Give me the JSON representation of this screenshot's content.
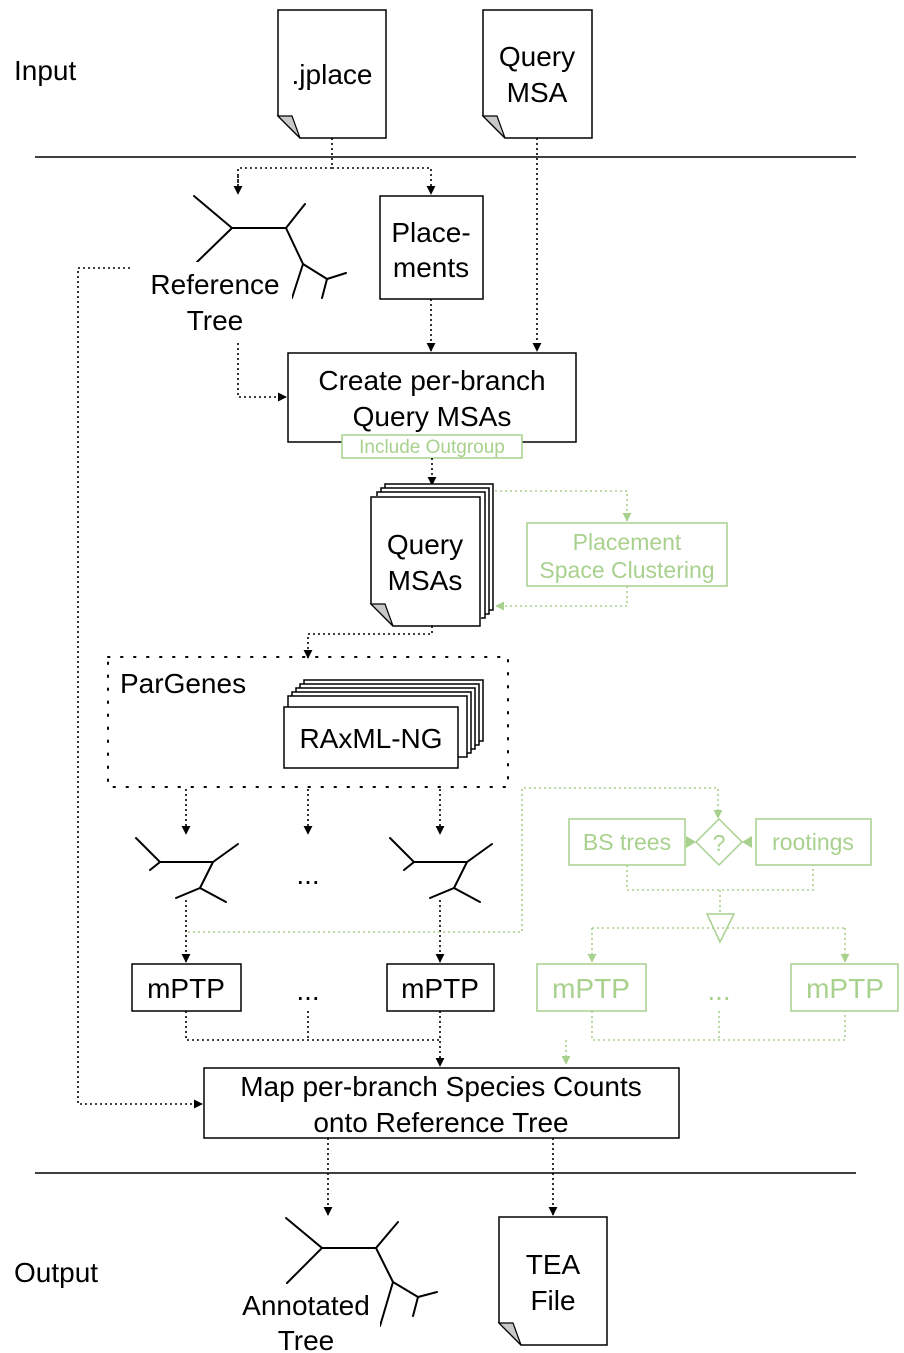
{
  "sections": {
    "input": "Input",
    "output": "Output"
  },
  "files": {
    "jplace": ".jplace",
    "query_msa": [
      "Query",
      "MSA"
    ],
    "tea_file": [
      "TEA",
      "File"
    ]
  },
  "nodes": {
    "reference_tree": [
      "Reference",
      "Tree"
    ],
    "placements": [
      "Place-",
      "ments"
    ],
    "create_msas": [
      "Create per-branch",
      "Query MSAs"
    ],
    "include_outgroup": "Include Outgroup",
    "query_msas": [
      "Query",
      "MSAs"
    ],
    "placement_clustering": [
      "Placement",
      "Space Clustering"
    ],
    "pargenes": "ParGenes",
    "raxml": "RAxML-NG",
    "ellipsis": "...",
    "mptp": "mPTP",
    "bs_trees": "BS trees",
    "question": "?",
    "rootings": "rootings",
    "map_counts": [
      "Map per-branch Species Counts",
      "onto Reference Tree"
    ],
    "annotated_tree": [
      "Annotated",
      "Tree"
    ]
  },
  "colors": {
    "optional": "#a9d18e",
    "main": "#000000"
  }
}
